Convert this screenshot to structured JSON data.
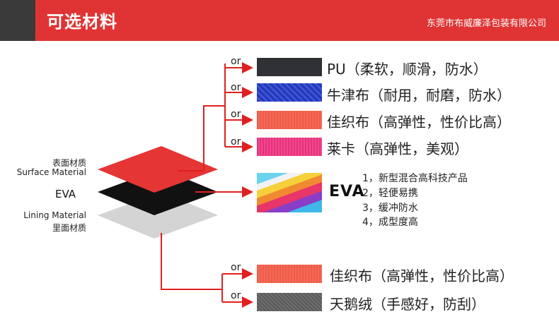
{
  "header": {
    "title": "可选材料",
    "company": "东莞市布威廉泽包装有限公司"
  },
  "layers": {
    "surface_cn": "表面材质",
    "surface_en": "Surface Material",
    "eva": "EVA",
    "lining_en": "Lining Material",
    "lining_cn": "里面材质"
  },
  "or_label": "or",
  "surface_options": [
    {
      "label": "PU（柔软，顺滑，防水）",
      "swatch_color": "#2f3135"
    },
    {
      "label": "牛津布（耐用，耐磨，防水）",
      "swatch_color": "#2438b8"
    },
    {
      "label": "佳织布（高弹性，性价比高）",
      "swatch_color": "#f05a48"
    },
    {
      "label": "莱卡（高弹性，美观）",
      "swatch_color": "#e8307c"
    }
  ],
  "eva_panel": {
    "title": "EVA",
    "features": [
      "1，新型混合高科技产品",
      "2，轻便易携",
      "3，缓冲防水",
      "4，成型度高"
    ]
  },
  "lining_options": [
    {
      "label": "佳织布（高弹性，性价比高）",
      "swatch_color": "#f05a48"
    },
    {
      "label": "天鹅绒（手感好，防刮）",
      "swatch_color": "#5a5a5a"
    }
  ],
  "colors": {
    "accent_red": "#e03434",
    "surface_layer": "#e53535",
    "eva_layer": "#111111",
    "lining_layer": "#d4d4d4"
  }
}
